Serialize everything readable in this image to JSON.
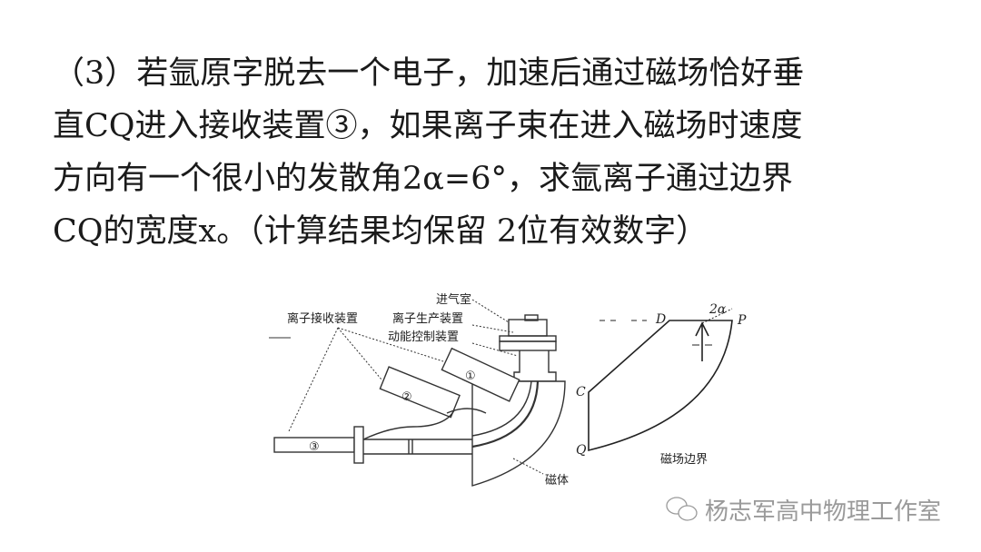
{
  "question": {
    "lines": [
      "（3）若氩原字脱去一个电子，加速后通过磁场恰好垂",
      "直CQ进入接收装置③，如果离子束在进入磁场时速度",
      "方向有一个很小的发散角2α=6°，求氩离子通过边界",
      "CQ的宽度x。（计算结果均保留 2位有效数字）"
    ]
  },
  "figure_left": {
    "labels": {
      "intake": "进气室",
      "receiver": "离子接收装置",
      "generator": "离子生产装置",
      "energy_control": "动能控制装置",
      "magnet": "磁体",
      "n1": "①",
      "n2": "②",
      "n3": "③"
    }
  },
  "figure_right": {
    "points": {
      "D": "D",
      "P": "P",
      "C": "C",
      "Q": "Q"
    },
    "angle": "2α",
    "caption": "磁场边界"
  },
  "watermark": {
    "text": "杨志军高中物理工作室",
    "icon": "wechat-icon"
  }
}
